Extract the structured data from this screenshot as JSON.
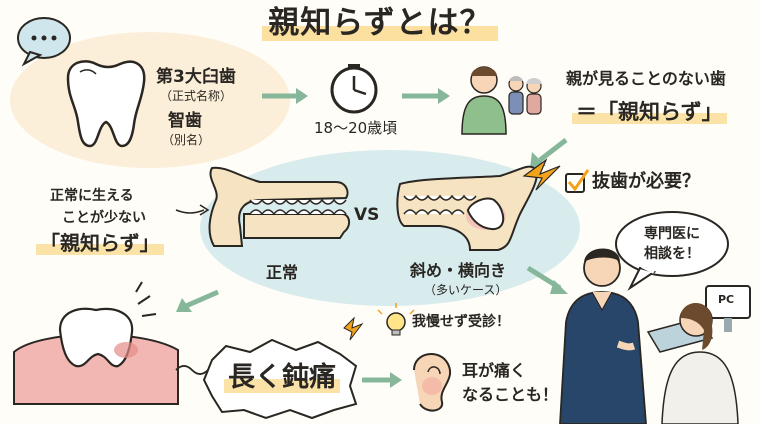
{
  "title": "親知らずとは？",
  "tooth_names": {
    "official": "第3大臼歯",
    "official_note": "（正式名称）",
    "alias": "智歯",
    "alias_note": "（別名）"
  },
  "timeline": {
    "age": "18〜20歳頃"
  },
  "meaning": {
    "line1": "親が見ることのない歯",
    "line2": "＝「親知らず」"
  },
  "rare_note": {
    "line1": "正常に生える",
    "line2": "ことが少ない",
    "line3": "「親知らず」"
  },
  "comparison": {
    "vs": "VS",
    "normal": "正常",
    "abnormal": "斜め・横向き",
    "abnormal_note": "（多いケース）"
  },
  "extraction": {
    "label": "抜歯が必要？"
  },
  "doctor_bubble": {
    "line1": "専門医に",
    "line2": "相談を！"
  },
  "monitor": {
    "label": "PC"
  },
  "pain": {
    "label": "長く鈍痛"
  },
  "tip": {
    "label": "我慢せず受診！"
  },
  "ear": {
    "line1": "耳が痛く",
    "line2": "なることも！"
  },
  "colors": {
    "gum": "#f3b7b3",
    "blob": "#d8ecee",
    "jaw": "#f5e3c2",
    "arrow": "#86b79b",
    "scrub": "#28466a",
    "accent": "#f3a21c"
  }
}
